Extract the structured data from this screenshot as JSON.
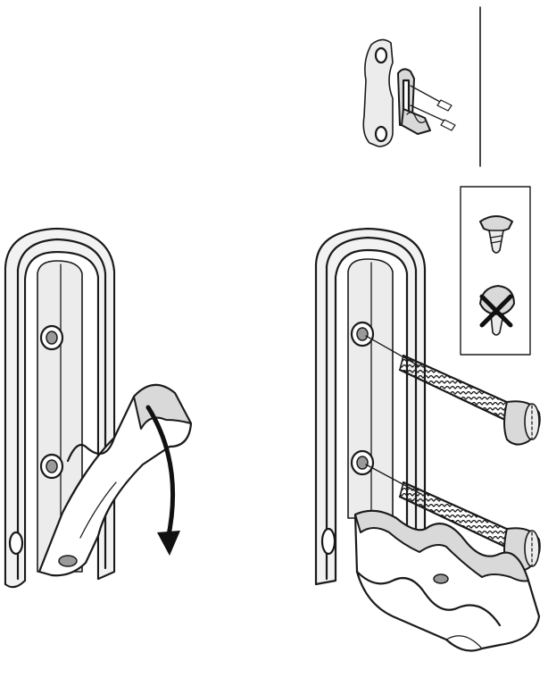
{
  "page": {
    "background": "#ffffff",
    "line_color": "#1a1a1a",
    "shade_color": "#d9d9d9"
  },
  "panels": {
    "overview": {
      "icon": "mounted-hook-overview-icon"
    },
    "left": {
      "icon": "hook-fold-down-icon",
      "arrow": "rotate-down-arrow-icon"
    },
    "right": {
      "icon": "hook-screw-mount-icon",
      "screw_count": 2
    },
    "legend": {
      "items": [
        {
          "icon": "flat-head-screw-correct-icon",
          "status": "correct"
        },
        {
          "icon": "round-head-screw-wrong-icon",
          "status": "incorrect"
        }
      ]
    }
  }
}
